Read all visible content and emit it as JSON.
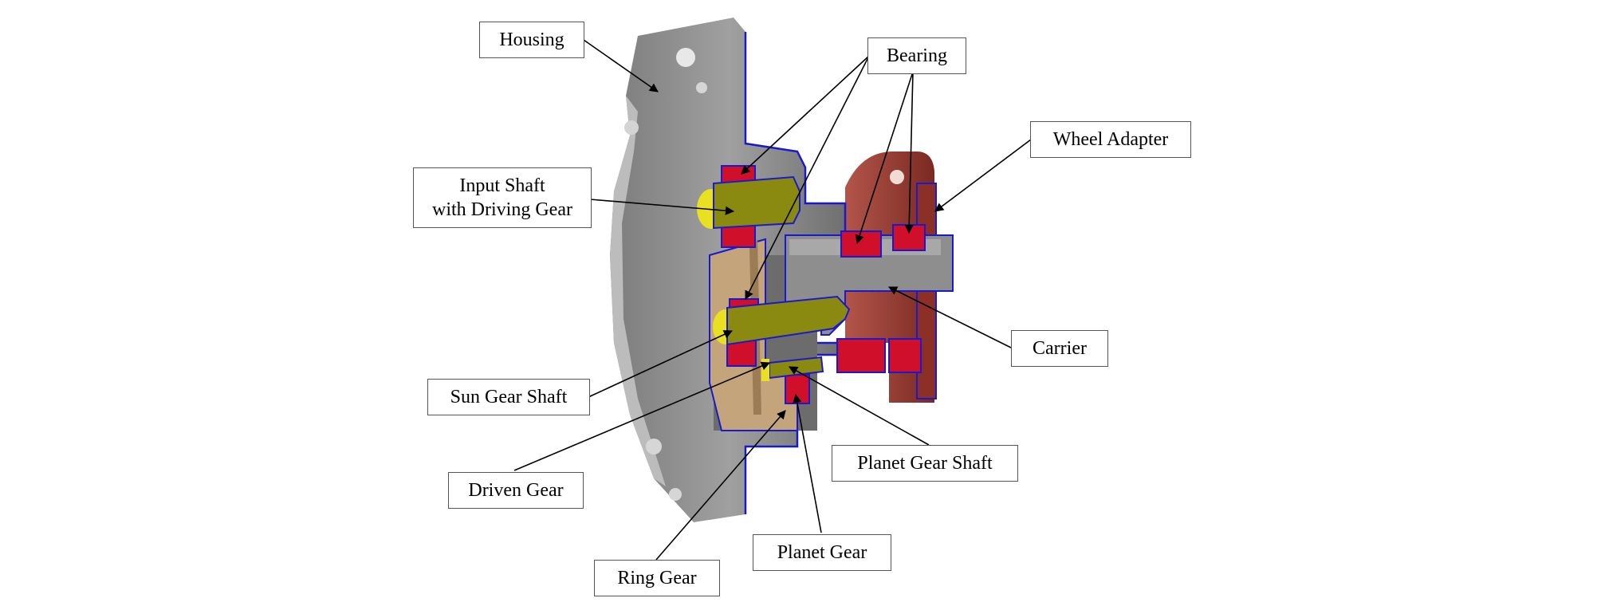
{
  "labels": {
    "housing": "Housing",
    "bearing": "Bearing",
    "wheel_adapter": "Wheel Adapter",
    "input_shaft_line1": "Input Shaft",
    "input_shaft_line2": "with Driving Gear",
    "carrier": "Carrier",
    "sun_gear_shaft": "Sun Gear Shaft",
    "planet_gear_shaft": "Planet Gear Shaft",
    "driven_gear": "Driven Gear",
    "planet_gear": "Planet Gear",
    "ring_gear": "Ring Gear"
  },
  "colors": {
    "housing": "#8a8a8a",
    "housing_dark": "#6a6a6a",
    "shaft_yellow": "#8a8a10",
    "bearing_red": "#d0102a",
    "wheel_adapter": "#9a3b30",
    "gear_tan": "#c4a47a",
    "outline_blue": "#1a1acc",
    "leader_line": "#000000"
  }
}
